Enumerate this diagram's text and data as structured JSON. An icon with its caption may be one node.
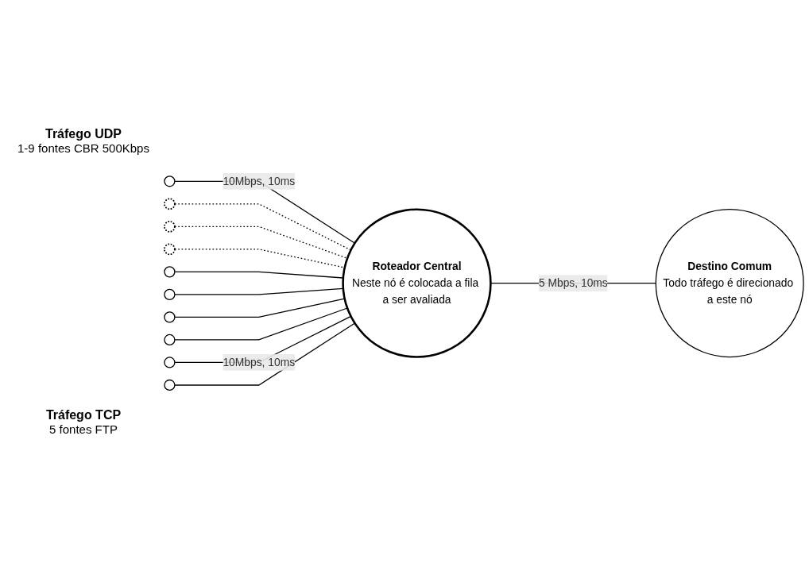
{
  "diagram": {
    "nodes": [
      {
        "text": [],
        "shape": "circle"
      },
      {
        "text": [],
        "shape": "circle"
      },
      {
        "text": [],
        "shape": "circle"
      },
      {
        "text": [],
        "shape": "circle"
      },
      {
        "text": [],
        "shape": "circle"
      },
      {
        "text": [],
        "shape": "circle"
      },
      {
        "text": [],
        "shape": "circle"
      },
      {
        "text": [],
        "shape": "circle"
      },
      {
        "text": [],
        "shape": "circle"
      },
      {
        "text": [],
        "shape": "circle"
      },
      {
        "text": [
          "Roteador Central",
          "Neste nó é colocada a fila a ser avaliada"
        ]
      },
      {
        "text": [
          "Destino Comum",
          "Todo tráfego é direcionado a este nó"
        ]
      }
    ],
    "edges": [
      {
        "from": 0,
        "to": 10,
        "arrow": "none",
        "label": "10Mbps, 10ms"
      },
      {
        "from": 1,
        "to": 10,
        "arrow": "none",
        "style": "dashed"
      },
      {
        "from": 2,
        "to": 10,
        "arrow": "none",
        "style": "dashed"
      },
      {
        "from": 3,
        "to": 10,
        "arrow": "none",
        "style": "dashed"
      },
      {
        "from": 4,
        "to": 10,
        "arrow": "none"
      },
      {
        "from": 5,
        "to": 10,
        "arrow": "none"
      },
      {
        "from": 6,
        "to": 10,
        "arrow": "none"
      },
      {
        "from": 7,
        "to": 10,
        "arrow": "none"
      },
      {
        "from": 8,
        "to": 10,
        "arrow": "none",
        "label": "10Mbps, 10ms"
      },
      {
        "from": 9,
        "to": 10,
        "arrow": "none"
      },
      {
        "from": 10,
        "to": 11,
        "arrow": "none",
        "label": "5 Mbps, 10ms"
      }
    ],
    "labels": [
      "Tráfego UDP",
      "1-9 fontes CBR 500Kbps",
      "Tráfego TCP",
      "5 fontes FTP"
    ]
  }
}
